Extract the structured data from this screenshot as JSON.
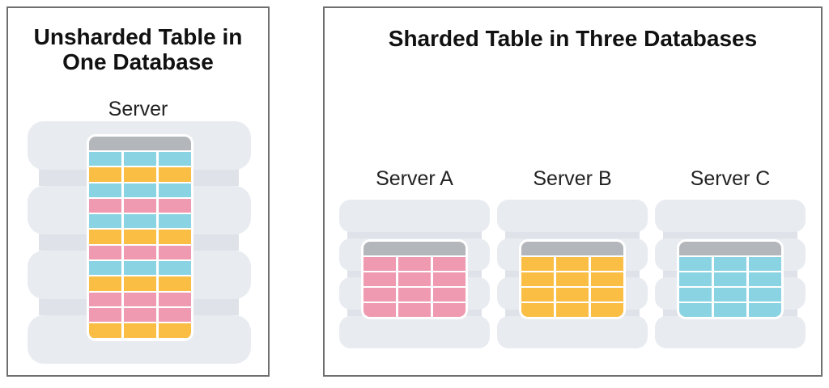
{
  "left_panel": {
    "title_line1": "Unsharded Table in",
    "title_line2": "One Database",
    "server_label": "Server",
    "row_colors": [
      "blue",
      "yellow",
      "blue",
      "pink",
      "blue",
      "yellow",
      "pink",
      "blue",
      "yellow",
      "pink",
      "pink",
      "yellow"
    ]
  },
  "right_panel": {
    "title": "Sharded Table in Three Databases",
    "servers": [
      {
        "label": "Server A",
        "color": "pink"
      },
      {
        "label": "Server B",
        "color": "yellow"
      },
      {
        "label": "Server C",
        "color": "blue"
      }
    ]
  },
  "colors": {
    "pink": "#ef9ab0",
    "yellow": "#fbbe45",
    "blue": "#8ad3e2",
    "header": "#b3b6ba",
    "disk": "#e8ebf0",
    "border": "#6f6f6f"
  }
}
